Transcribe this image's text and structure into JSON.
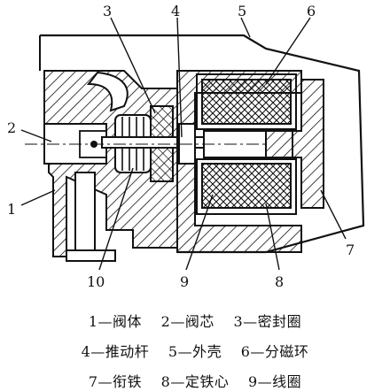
{
  "labels": {
    "l1": "1",
    "l2": "2",
    "l3": "3",
    "l4": "4",
    "l5": "5",
    "l6": "6",
    "l7": "7",
    "l8": "8",
    "l9": "9",
    "l10": "10"
  },
  "legend": {
    "row1": [
      "1—阀体",
      "2—阀芯",
      "3—密封圈"
    ],
    "row2": [
      "4—推动杆",
      "5—外壳",
      "6—分磁环"
    ],
    "row3": [
      "7—衔铁",
      "8—定铁心",
      "9—线圈"
    ]
  },
  "colors": {
    "ink": "#111111",
    "paper": "#ffffff"
  }
}
